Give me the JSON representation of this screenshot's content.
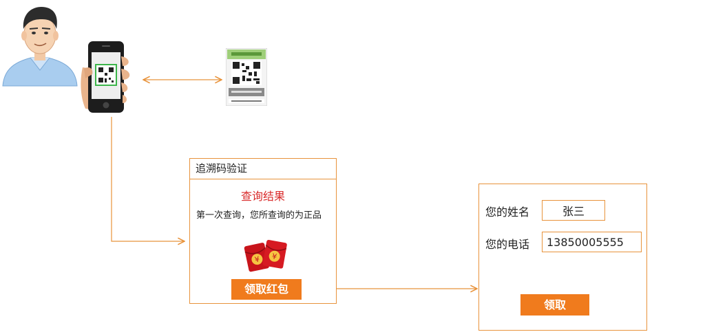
{
  "verify_panel": {
    "title": "追溯码验证",
    "result_title": "查询结果",
    "result_text": "第一次查询，您所查询的为正品",
    "claim_redpacket_label": "领取红包",
    "redpacket_symbol": "¥"
  },
  "claim_form": {
    "name_label": "您的姓名",
    "name_value": "张三",
    "phone_label": "您的电话",
    "phone_value": "13850005555",
    "submit_label": "领取"
  },
  "colors": {
    "accent": "#f07b1d",
    "border": "#e8923a",
    "result_red": "#d92b2b",
    "redpacket": "#c8141b"
  },
  "icons": {
    "person": "user-avatar-icon",
    "phone": "smartphone-icon",
    "qr_label": "qr-code-label-icon",
    "redpacket": "red-envelope-icon"
  }
}
